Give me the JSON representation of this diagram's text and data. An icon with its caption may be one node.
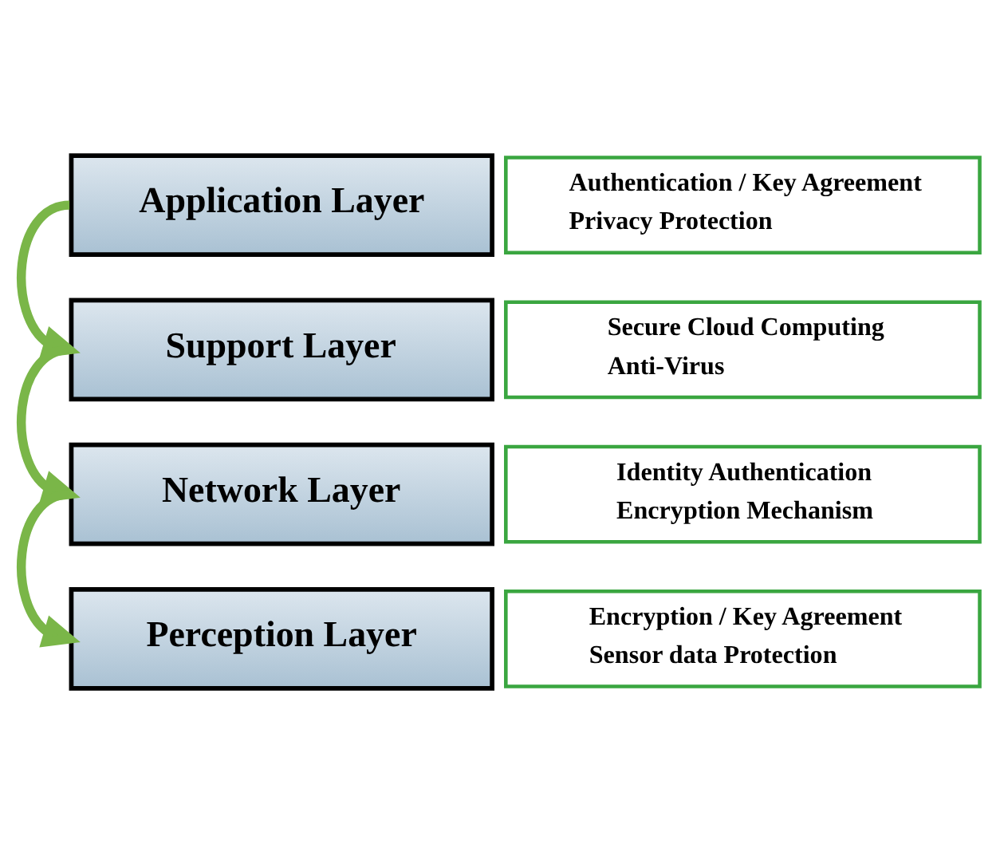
{
  "diagram": {
    "nodes": [
      {
        "text": [
          "Application Layer"
        ]
      },
      {
        "text": [
          "Authentication / Key Agreement",
          "Privacy Protection"
        ]
      },
      {
        "text": [
          "Support Layer"
        ]
      },
      {
        "text": [
          "Secure Cloud Computing",
          "Anti-Virus"
        ]
      },
      {
        "text": [
          "Network Layer"
        ]
      },
      {
        "text": [
          "Identity Authentication",
          "Encryption Mechanism"
        ]
      },
      {
        "text": [
          "Perception Layer"
        ]
      },
      {
        "text": [
          "Encryption / Key Agreement",
          "Sensor data Protection"
        ]
      }
    ],
    "edges": [
      {
        "from": 0,
        "to": 2,
        "arrow": "to"
      },
      {
        "from": 2,
        "to": 4,
        "arrow": "to"
      },
      {
        "from": 4,
        "to": 6,
        "arrow": "to"
      }
    ]
  }
}
